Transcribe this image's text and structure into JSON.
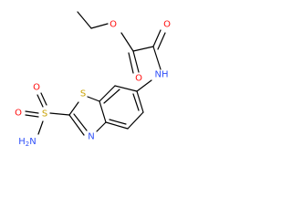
{
  "molecule": {
    "atoms": {
      "o_ester": {
        "text": "O",
        "color": "#ff0d0d"
      },
      "o_ester_carbonyl": {
        "text": "O",
        "color": "#ff0d0d"
      },
      "o_amide_carbonyl": {
        "text": "O",
        "color": "#ff0d0d"
      },
      "nh": {
        "text": "NH",
        "color": "#3050f8"
      },
      "s_ring": {
        "text": "S",
        "color": "#c8a000"
      },
      "n_ring": {
        "text": "N",
        "color": "#3050f8"
      },
      "s_sulfonyl": {
        "text": "S",
        "color": "#c8a000"
      },
      "o_sulfonyl_top": {
        "text": "O",
        "color": "#ff0d0d"
      },
      "o_sulfonyl_bottom": {
        "text": "O",
        "color": "#ff0d0d"
      },
      "n_amine": {
        "text": "H",
        "sub": "2",
        "suffix": "N",
        "color": "#3050f8"
      }
    }
  }
}
